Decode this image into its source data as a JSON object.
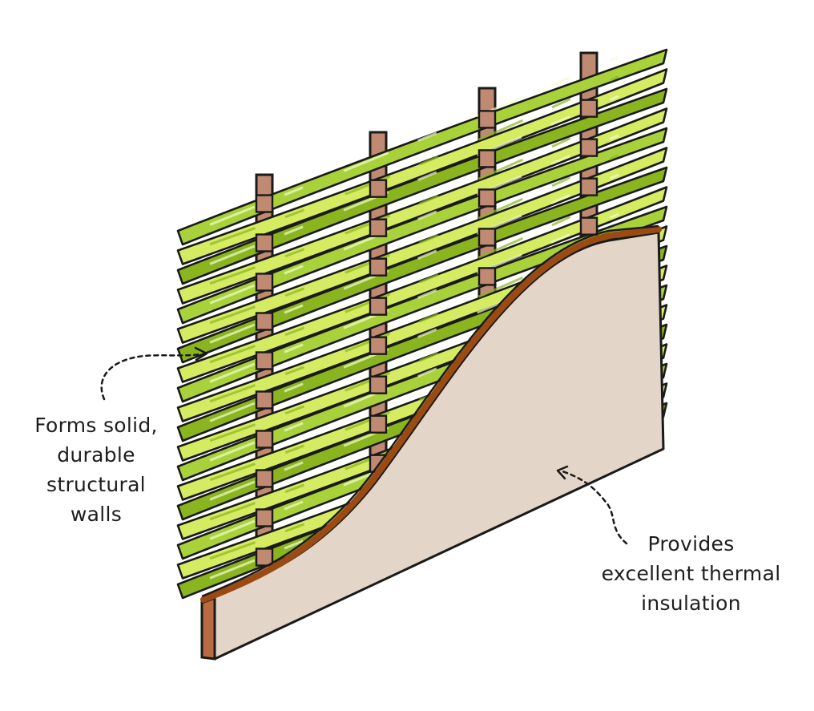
{
  "colors": {
    "wattle_dark": "#8ab51f",
    "wattle_mid": "#a9d23a",
    "wattle_light": "#d5ec62",
    "stake": "#c08a72",
    "daub": "#e3d6c9",
    "daub_edge": "#9a4a12",
    "outline": "#1a1a1a"
  },
  "annotations": {
    "left": {
      "lines": [
        "Forms solid,",
        "durable",
        "structural",
        "walls"
      ]
    },
    "right": {
      "lines": [
        "Provides",
        "excellent thermal",
        "insulation"
      ]
    }
  }
}
